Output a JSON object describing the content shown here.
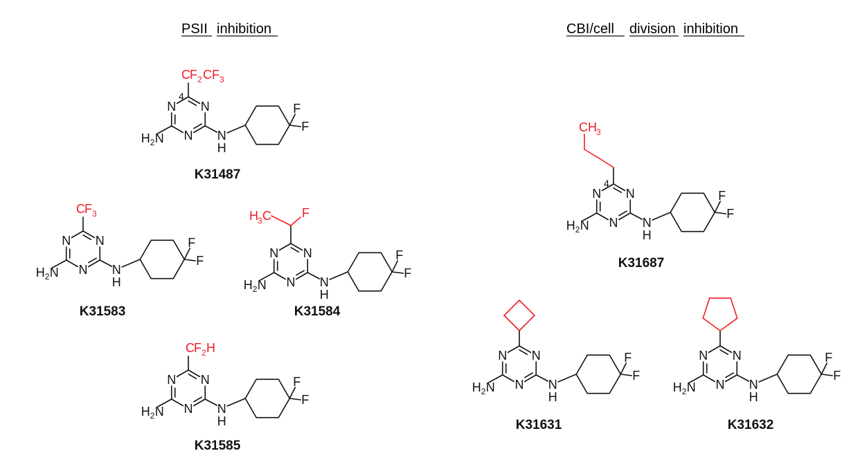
{
  "colors": {
    "ink": "#111111",
    "highlight": "#ee1c24"
  },
  "headings": [
    {
      "words": [
        "PSII",
        "inhibition"
      ]
    },
    {
      "words": [
        "CBI/cell",
        "division",
        "inhibition"
      ]
    }
  ],
  "atoms": {
    "N": "N",
    "H": "H",
    "amine_h": "H",
    "amine_n": "N",
    "two": "2",
    "F": "F",
    "three": "3"
  },
  "compounds": [
    {
      "name": "K31487",
      "substituent": "CF2CF3",
      "locant": "4"
    },
    {
      "name": "K31583",
      "substituent": "CF3"
    },
    {
      "name": "K31584",
      "substituent": "CHF-CH3"
    },
    {
      "name": "K31585",
      "substituent": "CF2H"
    },
    {
      "name": "K31687",
      "substituent": "propyl",
      "locant": "4"
    },
    {
      "name": "K31631",
      "substituent": "cyclobutyl"
    },
    {
      "name": "K31632",
      "substituent": "cyclopentyl"
    }
  ],
  "red_text": {
    "c": "C",
    "f": "F",
    "h": "H",
    "two": "2",
    "three": "3",
    "ch3": "CH",
    "h3c_h": "H",
    "h3c_c": "C"
  }
}
